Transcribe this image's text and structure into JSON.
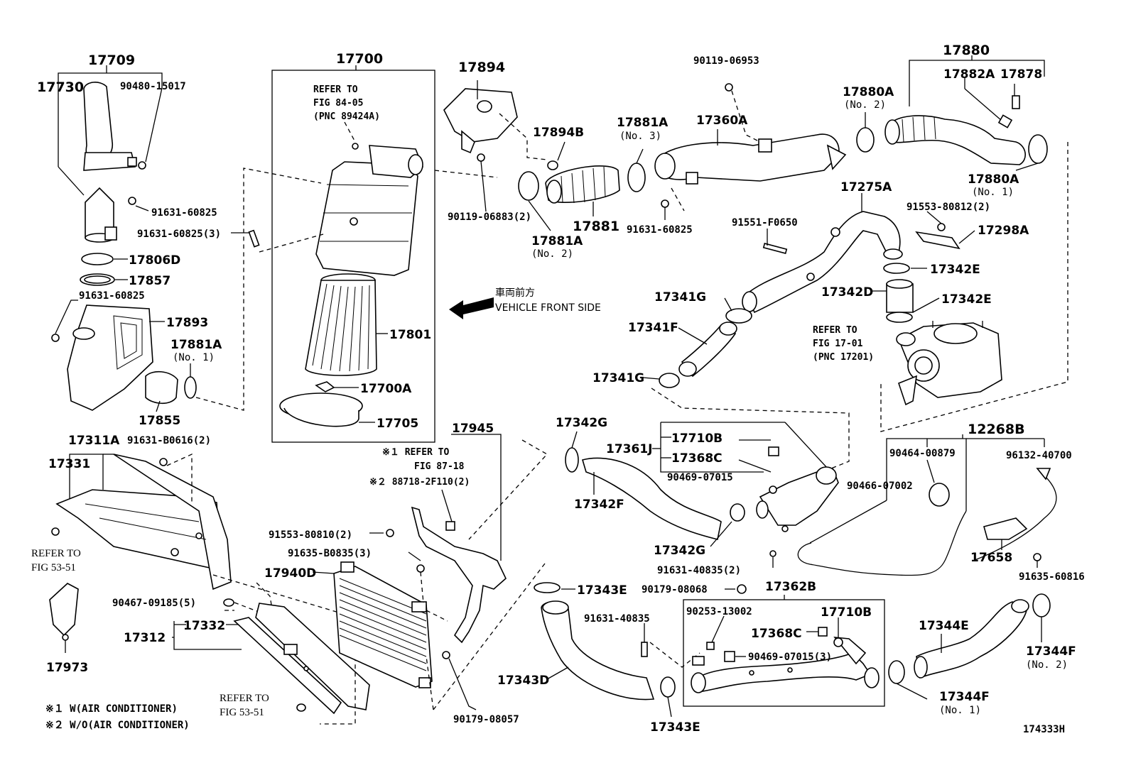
{
  "diagram_id": "174333H",
  "notes": {
    "note1": "※１ W(AIR CONDITIONER)",
    "note2": "※２ W/O(AIR CONDITIONER)"
  },
  "direction": {
    "jp": "車両前方",
    "en": "VEHICLE FRONT SIDE"
  },
  "refs": {
    "r8405": [
      "REFER TO",
      "FIG 84-05",
      "(PNC 89424A)"
    ],
    "r1701": [
      "REFER TO",
      "FIG 17-01",
      "(PNC 17201)"
    ],
    "r8718": [
      "※１ REFER TO",
      "FIG 87-18",
      "※２ 88718-2F110(2)"
    ],
    "r5351a": [
      "REFER TO",
      "FIG 53-51"
    ],
    "r5351b": [
      "REFER TO",
      "FIG 53-51"
    ]
  },
  "labels": {
    "p17709": "17709",
    "p17730": "17730",
    "p90480_15017": "90480-15017",
    "p91631_60825a": "91631-60825",
    "p91631_60825_3": "91631-60825(3)",
    "p17806D": "17806D",
    "p17857": "17857",
    "p91631_60825b": "91631-60825",
    "p17893": "17893",
    "p17881A_1": "17881A",
    "p17881A_1_no": "(No. 1)",
    "p17855": "17855",
    "p17700": "17700",
    "p17801": "17801",
    "p17700A": "17700A",
    "p17705": "17705",
    "p17894": "17894",
    "p17894B": "17894B",
    "p90119_06883": "90119-06883(2)",
    "p17881A_2": "17881A",
    "p17881A_2_no": "(No. 2)",
    "p17881": "17881",
    "p17881A_3": "17881A",
    "p17881A_3_no": "(No. 3)",
    "p90119_06953": "90119-06953",
    "p17360A": "17360A",
    "p91631_60825c": "91631-60825",
    "p17880": "17880",
    "p17882A": "17882A",
    "p17878": "17878",
    "p17880A_2": "17880A",
    "p17880A_2_no": "(No. 2)",
    "p17880A_1": "17880A",
    "p17880A_1_no": "(No. 1)",
    "p17275A": "17275A",
    "p91553_80812": "91553-80812(2)",
    "p17298A": "17298A",
    "p91551_F0650": "91551-F0650",
    "p17342E_a": "17342E",
    "p17342D": "17342D",
    "p17342E_b": "17342E",
    "p17341G_a": "17341G",
    "p17341F": "17341F",
    "p17341G_b": "17341G",
    "p17311A": "17311A",
    "p91631_B0616": "91631-B0616(2)",
    "p17331": "17331",
    "p90467_09185": "90467-09185(5)",
    "p17973": "17973",
    "p17312": "17312",
    "p17332": "17332",
    "p17945": "17945",
    "p91553_80810": "91553-80810(2)",
    "p91635_B0835": "91635-B0835(3)",
    "p17940D": "17940D",
    "p90179_08057": "90179-08057",
    "p17342G_a": "17342G",
    "p17361J": "17361J",
    "p17342F": "17342F",
    "p17710B_a": "17710B",
    "p17368C_a": "17368C",
    "p90469_07015_a": "90469-07015",
    "p17342G_b": "17342G",
    "p91631_40835_2": "91631-40835(2)",
    "p90179_08068": "90179-08068",
    "p17343E_a": "17343E",
    "p91631_40835": "91631-40835",
    "p17343D": "17343D",
    "p17343E_b": "17343E",
    "p17362B": "17362B",
    "p90253_13002": "90253-13002",
    "p17368C_b": "17368C",
    "p17710B_b": "17710B",
    "p90469_07015_3": "90469-07015(3)",
    "p12268B": "12268B",
    "p90464_00879": "90464-00879",
    "p96132_40700": "96132-40700",
    "p90466_07002": "90466-07002",
    "p17658": "17658",
    "p91635_60816": "91635-60816",
    "p17344E": "17344E",
    "p17344F_a": "17344F",
    "p17344F_a_no": "(No. 2)",
    "p17344F_b": "17344F",
    "p17344F_b_no": "(No. 1)"
  }
}
